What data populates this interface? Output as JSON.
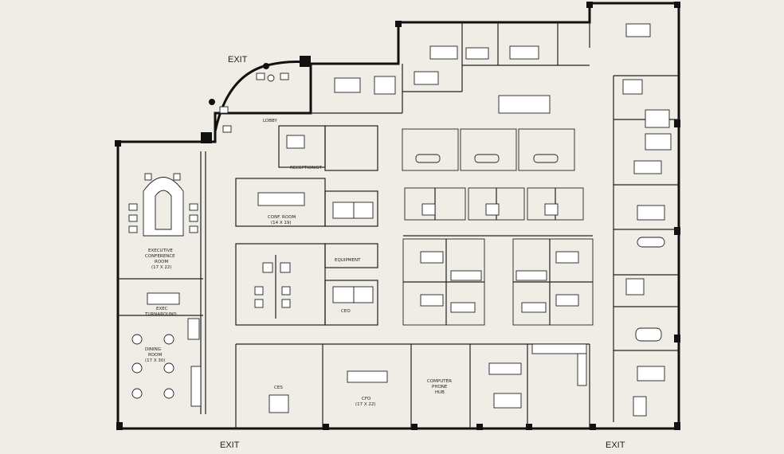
{
  "labels": {
    "exit_top": "EXIT",
    "exit_bottom_left": "EXIT",
    "exit_bottom_right": "EXIT",
    "lobby": "LOBBY",
    "receptionist": "RECEPTIONIST",
    "conf_room": "CONF. ROOM",
    "conf_room_size": "(14 X 19)",
    "exec_conf_1": "EXECUTIVE",
    "exec_conf_2": "CONFERENCE",
    "exec_conf_3": "ROOM",
    "exec_conf_size": "(17 X 22)",
    "exec_turnaround_1": "EXEC",
    "exec_turnaround_2": "TURNAROUND",
    "dining_1": "DINING",
    "dining_2": "ROOM",
    "dining_size": "(17 X 30)",
    "equipment": "EQUIPMENT",
    "ceo_small": "CEO",
    "cfo": "CFO",
    "cfo_size": "(17 X 22)",
    "computer_1": "COMPUTER",
    "computer_2": "PHONE",
    "computer_3": "HUB",
    "ces": "CES"
  }
}
